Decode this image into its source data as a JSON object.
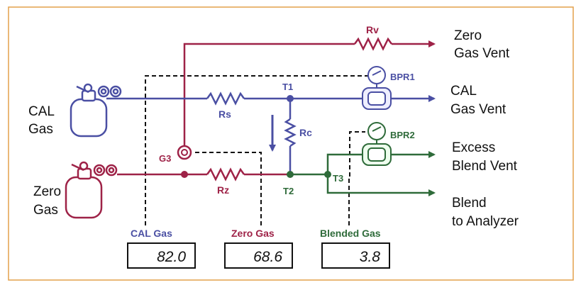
{
  "labels": {
    "cal_gas": [
      "CAL",
      "Gas"
    ],
    "zero_gas": [
      "Zero",
      "Gas"
    ],
    "zero_gas_vent": [
      "Zero",
      "Gas Vent"
    ],
    "cal_gas_vent": [
      "CAL",
      "Gas Vent"
    ],
    "excess_blend_vent": [
      "Excess",
      "Blend Vent"
    ],
    "blend_to_analyzer": [
      "Blend",
      "to Analyzer"
    ]
  },
  "components": {
    "rv": "Rv",
    "rs": "Rs",
    "rc": "Rc",
    "rz": "Rz",
    "t1": "T1",
    "t2": "T2",
    "t3": "T3",
    "g3": "G3",
    "bpr1": "BPR1",
    "bpr2": "BPR2"
  },
  "readouts": {
    "cal_gas": {
      "label": "CAL Gas",
      "value": "82.0"
    },
    "zero_gas": {
      "label": "Zero Gas",
      "value": "68.6"
    },
    "blended_gas": {
      "label": "Blended Gas",
      "value": "3.8"
    }
  },
  "colors": {
    "cal": "#4a4fa3",
    "zero": "#9e2247",
    "blend": "#2f6b3a",
    "frame": "#e3a04b",
    "text": "#111111"
  }
}
